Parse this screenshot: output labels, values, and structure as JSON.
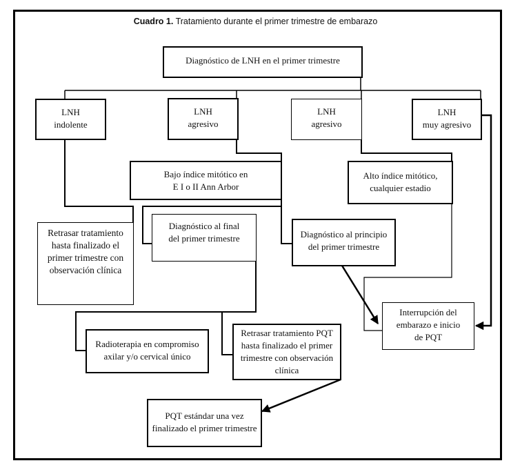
{
  "title": {
    "label": "Cuadro 1.",
    "text": " Tratamiento durante el primer trimestre de embarazo"
  },
  "nodes": {
    "root": "Diagnóstico de LNH en el primer trimestre",
    "indolente": "LNH\nindolente",
    "agresivo_1": "LNH\nagresivo",
    "agresivo_2": "LNH\nagresivo",
    "muy_agresivo": "LNH\nmuy agresivo",
    "bajo_indice": "Bajo índice mitótico en\nE I o II Ann Arbor",
    "alto_indice": "Alto  índice mitótico,\ncualquier estadio",
    "retrasar_observacion": "Retrasar tratamiento\nhasta finalizado el\nprimer trimestre con\nobservación clínica",
    "diag_final": "Diagnóstico al final\ndel primer trimestre",
    "diag_principio": "Diagnóstico al principio\ndel primer trimestre",
    "interrupcion": "Interrupción del\nembarazo e inicio\nde PQT",
    "radioterapia": "Radioterapia en compromiso\naxilar y/o cervical único",
    "retrasar_pqt": "Retrasar tratamiento PQT\nhasta finalizado el primer\ntrimestre con observación\nclínica",
    "pqt_estandar": "PQT estándar una vez\nfinalizado el primer trimestre"
  },
  "edges": [
    {
      "from": "root",
      "to": "indolente"
    },
    {
      "from": "root",
      "to": "agresivo_1"
    },
    {
      "from": "root",
      "to": "agresivo_2"
    },
    {
      "from": "root",
      "to": "muy_agresivo"
    },
    {
      "from": "indolente",
      "to": "retrasar_observacion"
    },
    {
      "from": "agresivo_1",
      "to": "bajo_indice"
    },
    {
      "from": "bajo_indice",
      "to": "diag_final"
    },
    {
      "from": "bajo_indice",
      "to": "diag_principio"
    },
    {
      "from": "agresivo_2",
      "to": "alto_indice"
    },
    {
      "from": "alto_indice",
      "to": "interrupcion"
    },
    {
      "from": "diag_principio",
      "to": "interrupcion",
      "arrow": true
    },
    {
      "from": "muy_agresivo",
      "to": "interrupcion",
      "arrow": true
    },
    {
      "from": "diag_final",
      "to": "radioterapia"
    },
    {
      "from": "diag_final",
      "to": "retrasar_pqt"
    },
    {
      "from": "retrasar_pqt",
      "to": "pqt_estandar",
      "arrow": true
    }
  ]
}
